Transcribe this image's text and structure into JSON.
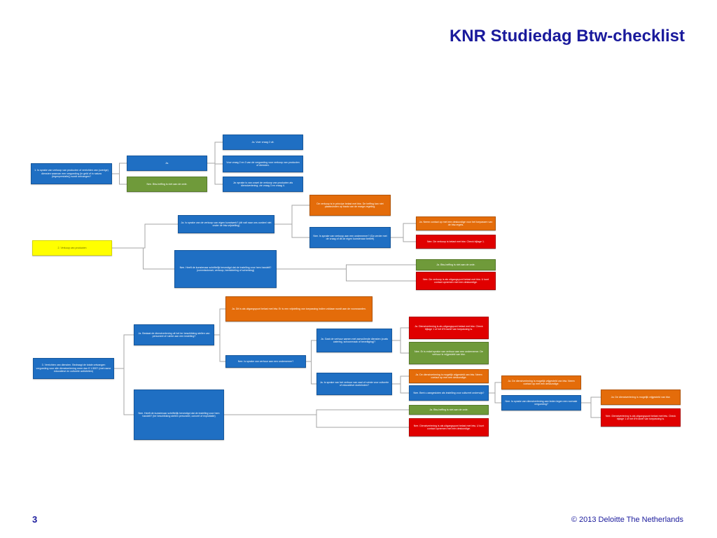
{
  "header": {
    "title": "KNR Studiedag Btw-checklist"
  },
  "footer": {
    "page_number": "3",
    "copyright": "© 2013 Deloitte The Netherlands"
  },
  "colors": {
    "blue": "#1f6fc3",
    "green": "#6f9a3a",
    "orange": "#e46c0a",
    "red": "#e00000",
    "yellow": "#ffff00",
    "title": "#1a1a9c"
  },
  "flowchart": {
    "boxes": {
      "q1": "1. Is sprake van verkoop van producten of verrichten van (overige) diensten waarvan een vergoeding (in geld of in natura (tegenprestatie)) wordt ontvangen?",
      "q1_yes": "Ja.",
      "q1_yes_a": "Ja. Voer vraag 2 uit.",
      "q1_yes_b": "Voor vraag 2 en 3 van de vergoeding voor verkoop van producten of diensten.",
      "q1_yes_c": "Ja: sprake is van zowel de verkoop van producten als dienstverlening; zie vraag 3 en vraag 4.",
      "q1_no": "Nee. Btw-heffing is niet aan de orde.",
      "yellow": "2. Verkoop van producten",
      "q2_yes": "Ja. Is sprake van de verkoop van eigen kunstwerk? (dit valt naar ons oordeel niet onder de btw-vrijstelling)",
      "q2_orange": "De verkoop is in principe belast met btw. De heffing kan niet plaatsvinden op basis van de marge-regeling.",
      "q2_no_a": "Nee. Is sprake van verkoop aan een ondernemer? (Ga verder met de vraag of dit de eigen kunstenaar betreft)",
      "q2_orange2": "Ja. Neem contact op met een deskundige voor het toepassen van de btw-regels.",
      "q2_red1": "Nee. De verkoop is belast met btw. Check bijlage 1.",
      "q2_no_b": "Nee. Heeft de kunstenaar schriftelijk bevestigd dat de instelling voor hem handelt? (commissionair, verkoop, bemiddeling of schenking)",
      "q2_green": "Ja. Btw-heffing is niet aan de orde.",
      "q2_red2": "Nee. De verkoop is als uitgangspunt belast met btw. U kunt contact opnemen met een deskundige.",
      "q3_orange": "Ja. Dit is als uitgangspunt belast met btw. Er is een vrijstelling van toepassing indien voldaan wordt aan de voorwaarden.",
      "q3": "3. Verrichten van diensten. Bedraagt de totale ontvangen vergoeding voor alle dienstverlening meer dan € 1.500? (met name educatieve en culturele activiteiten)",
      "q3_yes": "Ja. Bestaat de dienstverlening uit het ter beschikking stellen van personeel of ruimte aan een instelling?",
      "q3_yes_a": "Nee. Is sprake van verhuur aan een ondernemer?",
      "q3_blue_c": "Ja. Gaat de verhuur samen met aanvullende diensten (zoals catering, schoonmaak of beveiliging)?",
      "q3_red_a": "Ja. Dienstverlening is als uitgangspunt belast met btw. Check bijlage 1 of het 6% tarief van toepassing is.",
      "q3_green_b": "Nee. Er is enkel sprake van verhuur aan een ondernemer. De verhuur is vrijgesteld van btw.",
      "q3_blue_d": "Ja. Is sprake van het verhuur van zaal of ruimte voor culturele of educatieve doeleinden?",
      "q3_orange_d": "Ja. De dienstverlening is mogelijk vrijgesteld van btw. Neem contact op met een deskundige.",
      "q3_blue_e": "Nee. Bent u aangesloten als instelling voor cultureel onderwijs?",
      "q3_orange_e": "Ja. De dienstverlening is mogelijk vrijgesteld van btw. Neem contact op met een deskundige.",
      "q3_blue_f": "Nee. Is sprake van dienstverlening aan leden tegen een normale vergoeding?",
      "q3_orange_f": "Ja. De dienstverlening is mogelijk vrijgesteld van btw.",
      "q3_red_f": "Nee. Dienstverlening is als uitgangspunt belast met btw. Check bijlage 1 of het 6% tarief van toepassing is.",
      "q3_no": "Nee. Heeft de kunstenaar schriftelijk bevestigd dat de instelling voor hem handelt? (ter beschikking stellen personeel, concert of exploitatie)",
      "q3_green_g": "Ja. Btw-heffing is niet aan de orde.",
      "q3_red_g": "Nee. Dienstverlening is als uitgangspunt belast met btw. U kunt contact opnemen met een deskundige."
    }
  }
}
